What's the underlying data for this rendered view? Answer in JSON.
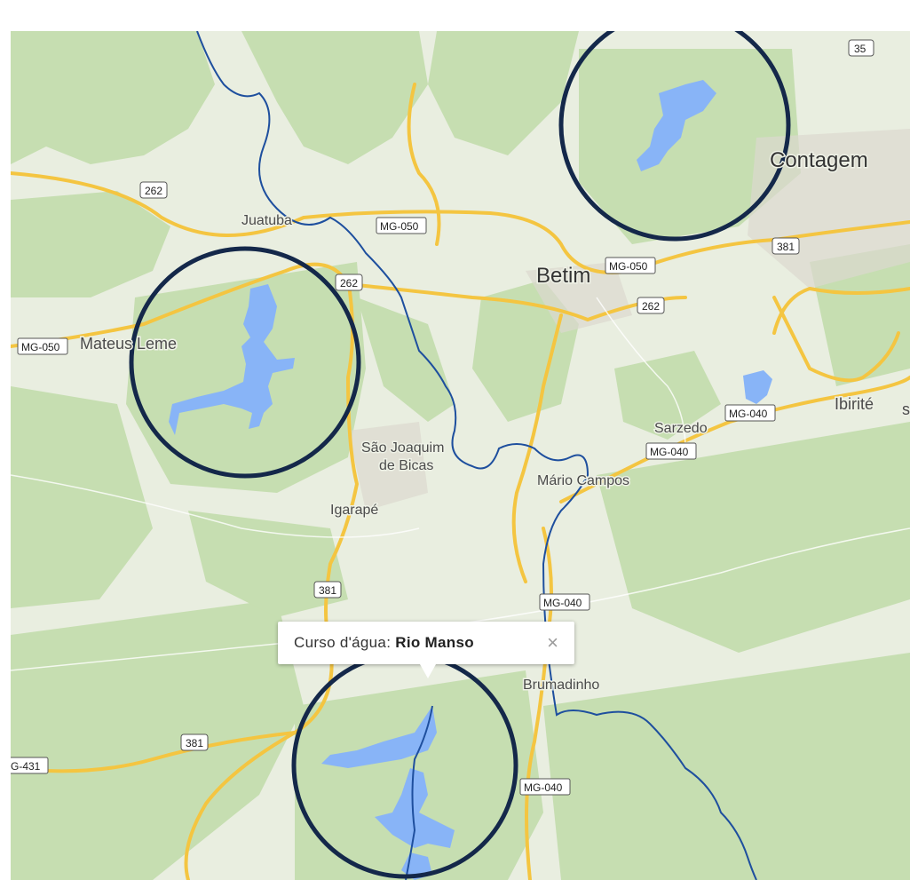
{
  "map": {
    "places": {
      "contagem": "Contagem",
      "betim": "Betim",
      "juatuba": "Juatuba",
      "mateus_leme": "Mateus Leme",
      "sao_joaquim_1": "São Joaquim",
      "sao_joaquim_2": "de Bicas",
      "igarape": "Igarapé",
      "sarzedo": "Sarzedo",
      "mario_campos": "Mário Campos",
      "ibirite": "Ibirité",
      "ibirite_cut": "s",
      "brumadinho": "Brumadinho"
    },
    "shields": {
      "s262a": "262",
      "s262b": "262",
      "s262c": "262",
      "s381a": "381",
      "s381b": "381",
      "s381c": "381",
      "s35": "35",
      "mg050a": "MG-050",
      "mg050b": "MG-050",
      "mg050c": "MG-050",
      "mg040a": "MG-040",
      "mg040b": "MG-040",
      "mg040c": "MG-040",
      "mg040d": "MG-040",
      "mg431": "G-431"
    },
    "colors": {
      "land": "#e9eee0",
      "forest": "#c6deb1",
      "water": "#88b4f7",
      "river": "#1e4f9e",
      "road": "#f4c541",
      "circle": "#14284a"
    }
  },
  "popup": {
    "prefix": "Curso d'água:",
    "name": "Rio Manso",
    "close": "×"
  }
}
